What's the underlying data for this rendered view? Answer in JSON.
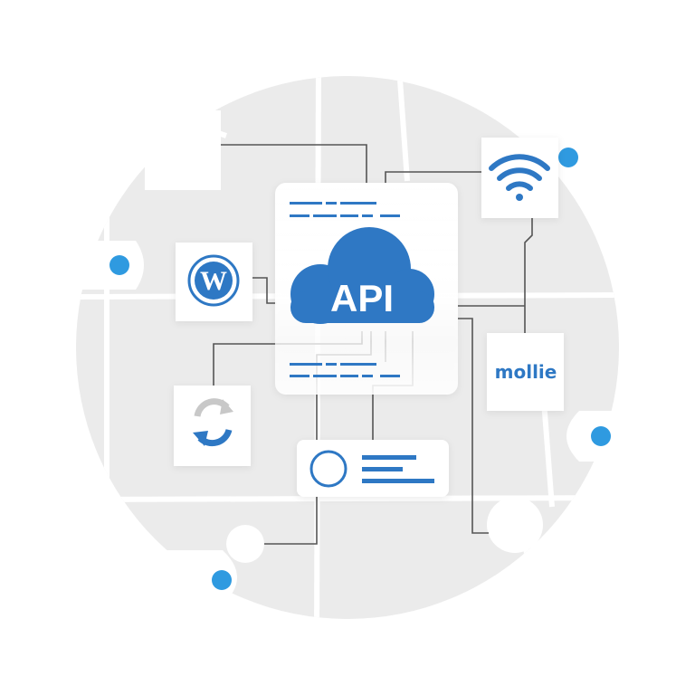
{
  "diagram": {
    "center_label": "API",
    "payment_provider_label": "mollie",
    "nodes": [
      {
        "id": "blank-card",
        "icon": "blank"
      },
      {
        "id": "wordpress-card",
        "icon": "wordpress-icon"
      },
      {
        "id": "wifi-card",
        "icon": "wifi-icon"
      },
      {
        "id": "api-card",
        "icon": "cloud-icon"
      },
      {
        "id": "mollie-card",
        "icon": "mollie-logo"
      },
      {
        "id": "sync-card",
        "icon": "sync-icon"
      },
      {
        "id": "toggle-card",
        "icon": "radio-list-icon"
      }
    ]
  },
  "colors": {
    "accent": "#2F78C4",
    "dot": "#2F9AE0",
    "map": "#EBEBEB",
    "card": "#FFFFFF",
    "line": "#555555",
    "sync_grey": "#C8C8C8"
  }
}
